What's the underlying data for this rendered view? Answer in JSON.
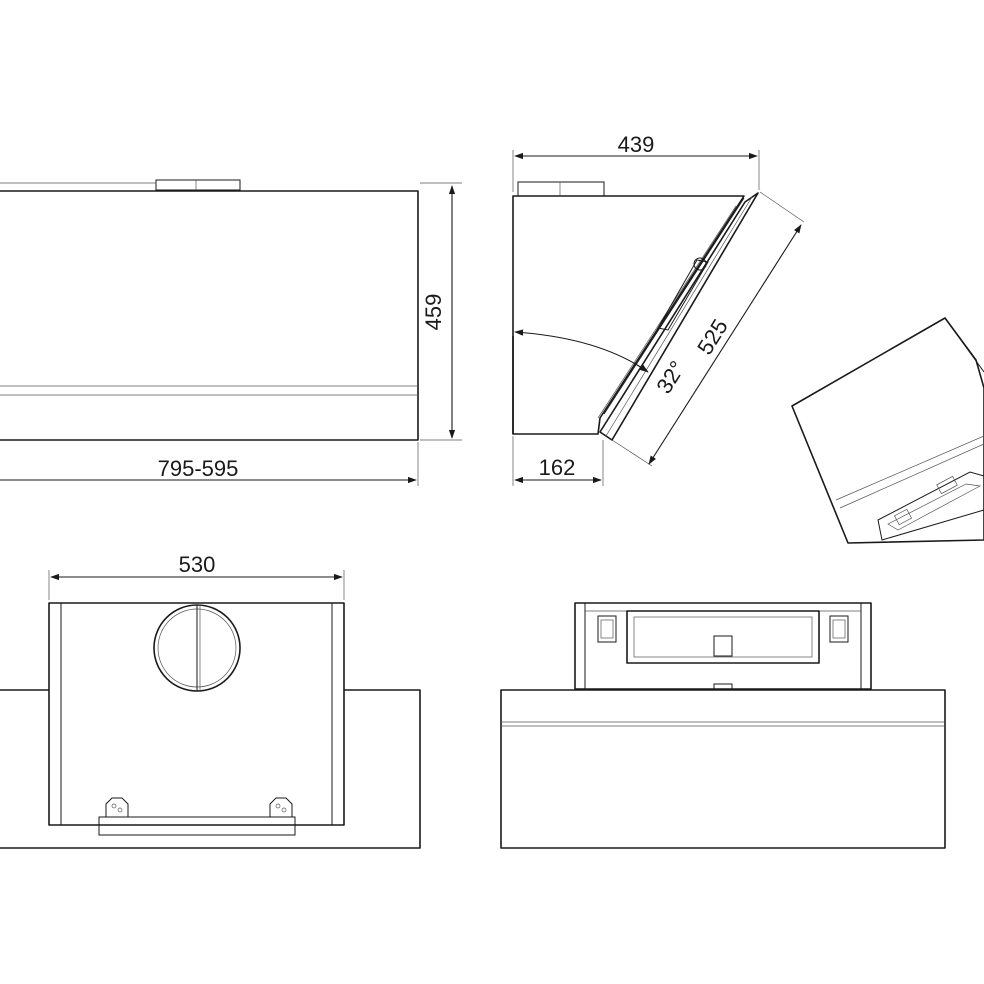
{
  "dimensions": {
    "front_width": "795-595",
    "front_height": "459",
    "side_depth": "439",
    "glass_length": "525",
    "tilt_angle": "32°",
    "base_depth": "162",
    "rear_width": "530"
  },
  "colors": {
    "line": "#1a1a1a",
    "background": "#ffffff"
  }
}
